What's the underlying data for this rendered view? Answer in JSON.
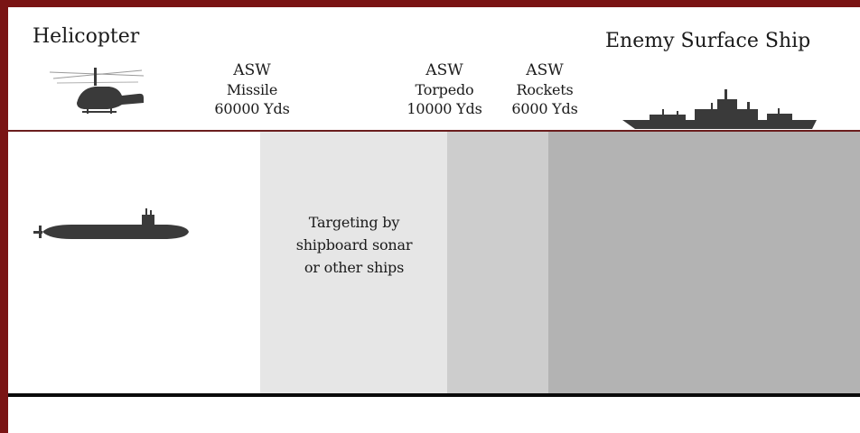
{
  "labels": {
    "helicopter": "Helicopter",
    "enemy_ship": "Enemy Surface Ship",
    "asw_missile": {
      "line1": "ASW",
      "line2": "Missile",
      "line3": "60000 Yds"
    },
    "asw_torpedo": {
      "line1": "ASW",
      "line2": "Torpedo",
      "line3": "10000 Yds"
    },
    "asw_rockets": {
      "line1": "ASW",
      "line2": "Rockets",
      "line3": "6000 Yds"
    },
    "targeting": {
      "line1": "Targeting by",
      "line2": "shipboard sonar",
      "line3": "or other ships"
    }
  },
  "icons": {
    "helicopter": "helicopter-icon",
    "ship": "warship-icon",
    "submarine": "submarine-icon"
  },
  "colors": {
    "frame": "#7a1414",
    "waterline": "#6b1e1e",
    "zone_missile": "#e6e6e6",
    "zone_torpedo": "#cdcdcd",
    "zone_rockets": "#b3b3b3",
    "silhouette": "#3a3a3a",
    "seabed": "#0a0a0a"
  }
}
